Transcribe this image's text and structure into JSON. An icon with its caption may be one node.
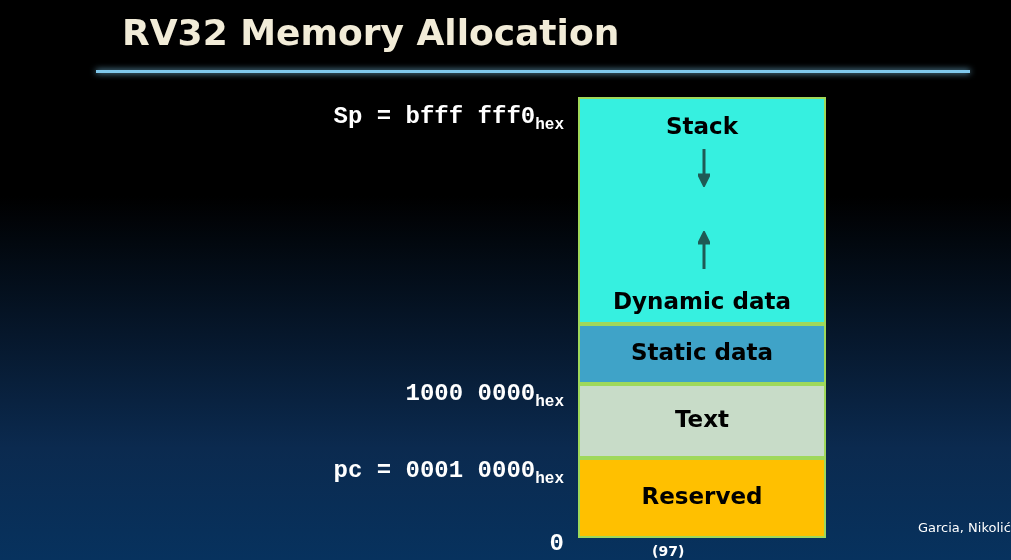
{
  "diagram": {
    "title": "RV32 Memory Allocation",
    "nodes": [
      {
        "text": [
          "Stack",
          "Dynamic data"
        ]
      },
      {
        "text": [
          "Static data"
        ]
      },
      {
        "text": [
          "Text"
        ]
      },
      {
        "text": [
          "Reserved"
        ]
      }
    ],
    "labels": [
      "Sp = bfff fff0$_{hex}$",
      "1000 0000$_{hex}$",
      "pc = 0001 0000$_{hex}$",
      "0",
      "(97)",
      "Garcia, Nikolić"
    ]
  }
}
